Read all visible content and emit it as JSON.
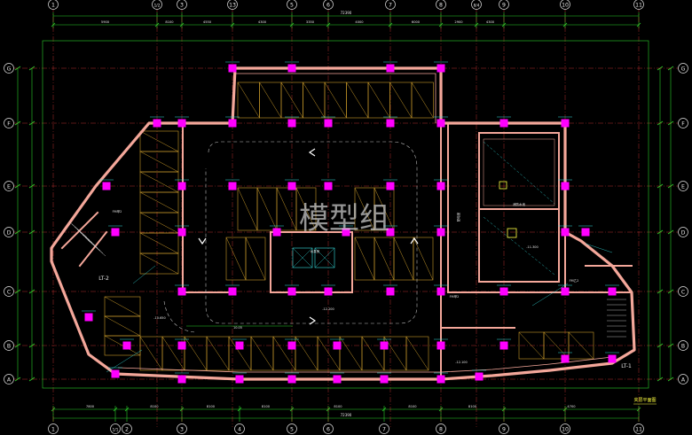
{
  "drawing": {
    "watermark": "模型组",
    "title": "夹层平面图",
    "bg_color": "#000000",
    "colors": {
      "wall": "#f4a79a",
      "column": "#ff00ff",
      "grid": "#ff4040",
      "dim": "#2bd12b",
      "parking": "#c99a2a",
      "text": "#e8e8e8",
      "cyan": "#34e0e0",
      "yellow": "#ffff40"
    },
    "dims": {
      "top_total": "72390",
      "bottom_total": "72390",
      "top_segments": [
        "5900",
        "8100",
        "4550",
        "4300",
        "3350",
        "4000",
        "6000",
        "2900",
        "4300"
      ],
      "bottom_segments": [
        "7800",
        "8100",
        "8100",
        "8100",
        "8100",
        "8100",
        "8100",
        "4700"
      ]
    },
    "axes": {
      "top": [
        "1",
        "1/2",
        "3",
        "13",
        "5",
        "6",
        "7",
        "8",
        "8/4",
        "9",
        "10",
        "11"
      ],
      "bottom": [
        "1",
        "1/1",
        "2",
        "3",
        "4",
        "5",
        "6",
        "7",
        "8",
        "9",
        "10",
        "11"
      ],
      "left": [
        "G",
        "F",
        "E",
        "D",
        "C",
        "B",
        "A"
      ],
      "right": [
        "G",
        "F",
        "E",
        "D",
        "C",
        "B",
        "A"
      ]
    },
    "labels": {
      "lt1": "LT-1",
      "lt2": "LT-2",
      "elev_a": "-12.200",
      "elev_b": "-10.650",
      "elev_c": "-12.100",
      "elev_d": "-11.300",
      "fm1": "FM甲2",
      "fm2": "FM甲2",
      "fm3": "FM乙2",
      "room1": "水泵房",
      "room2": "消防水池",
      "room3": "配电室",
      "dim_center": "10.05"
    }
  }
}
